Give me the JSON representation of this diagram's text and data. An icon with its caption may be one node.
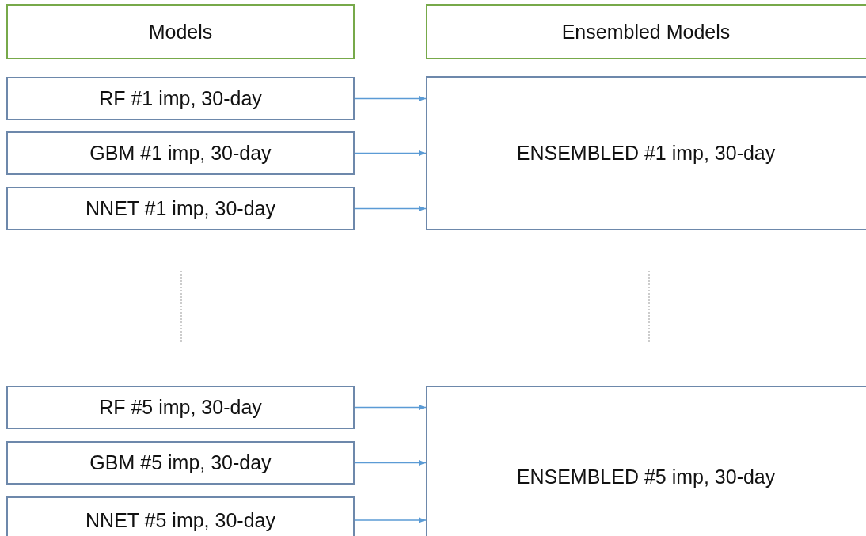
{
  "diagram": {
    "nodes": [
      {
        "text": [
          "Models"
        ]
      },
      {
        "text": [
          "Ensembled Models"
        ]
      },
      {
        "text": [
          "RF #1 imp, 30-day"
        ]
      },
      {
        "text": [
          "ENSEMBLED #1 imp, 30-day"
        ]
      },
      {
        "text": [
          "GBM #1 imp, 30-day"
        ]
      },
      {
        "text": [
          "NNET #1 imp, 30-day"
        ]
      },
      {
        "text": [
          "RF #5 imp, 30-day"
        ]
      },
      {
        "text": [
          "ENSEMBLED #5 imp, 30-day"
        ]
      },
      {
        "text": [
          "GBM #5 imp, 30-day"
        ]
      },
      {
        "text": [
          "NNET #5 imp, 30-day"
        ]
      }
    ],
    "edges": [
      {
        "from": 2,
        "to": 3,
        "arrow": "to"
      },
      {
        "from": 4,
        "to": 3,
        "arrow": "to"
      },
      {
        "from": 5,
        "to": 3,
        "arrow": "to"
      },
      {
        "from": 6,
        "to": 7,
        "arrow": "to"
      },
      {
        "from": 8,
        "to": 7,
        "arrow": "to"
      },
      {
        "from": 9,
        "to": 7,
        "arrow": "to"
      }
    ]
  }
}
